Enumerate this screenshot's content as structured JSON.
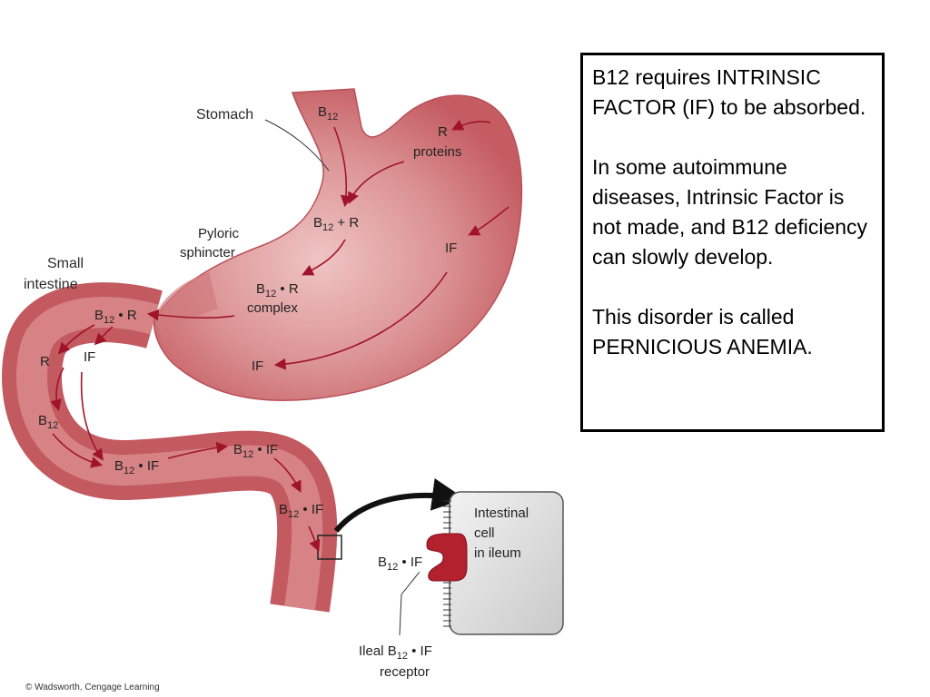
{
  "diagram": {
    "labels": {
      "stomach": "Stomach",
      "pyloric_1": "Pyloric",
      "pyloric_2": "sphincter",
      "small_intestine_1": "Small",
      "small_intestine_2": "intestine",
      "b12_main": "B",
      "b12_sub": "12",
      "r_proteins_1": "R",
      "r_proteins_2": "proteins",
      "b12_plus_r_suffix": " + R",
      "b12_dot_r_suffix": " • R",
      "complex": "complex",
      "if": "IF",
      "r": "R",
      "b12_dot_if_suffix": " • IF",
      "intestinal_cell_1": "Intestinal",
      "intestinal_cell_2": "cell",
      "intestinal_cell_3": "in ileum",
      "ileal_receptor_prefix": "Ileal ",
      "receptor": "receptor"
    },
    "colors": {
      "organ_fill": "#c9656a",
      "organ_highlight": "#eab3b3",
      "arrow": "#a0142a",
      "receptor": "#b3202e",
      "cell": "#d8d8d8"
    }
  },
  "info_box": {
    "paragraph_1": "B12 requires INTRINSIC FACTOR  (IF) to be absorbed.",
    "paragraph_2": "In some autoimmune diseases, Intrinsic Factor is not made, and B12 deficiency can slowly develop.",
    "paragraph_3": "This disorder is called PERNICIOUS ANEMIA."
  },
  "copyright": "© Wadsworth, Cengage Learning"
}
